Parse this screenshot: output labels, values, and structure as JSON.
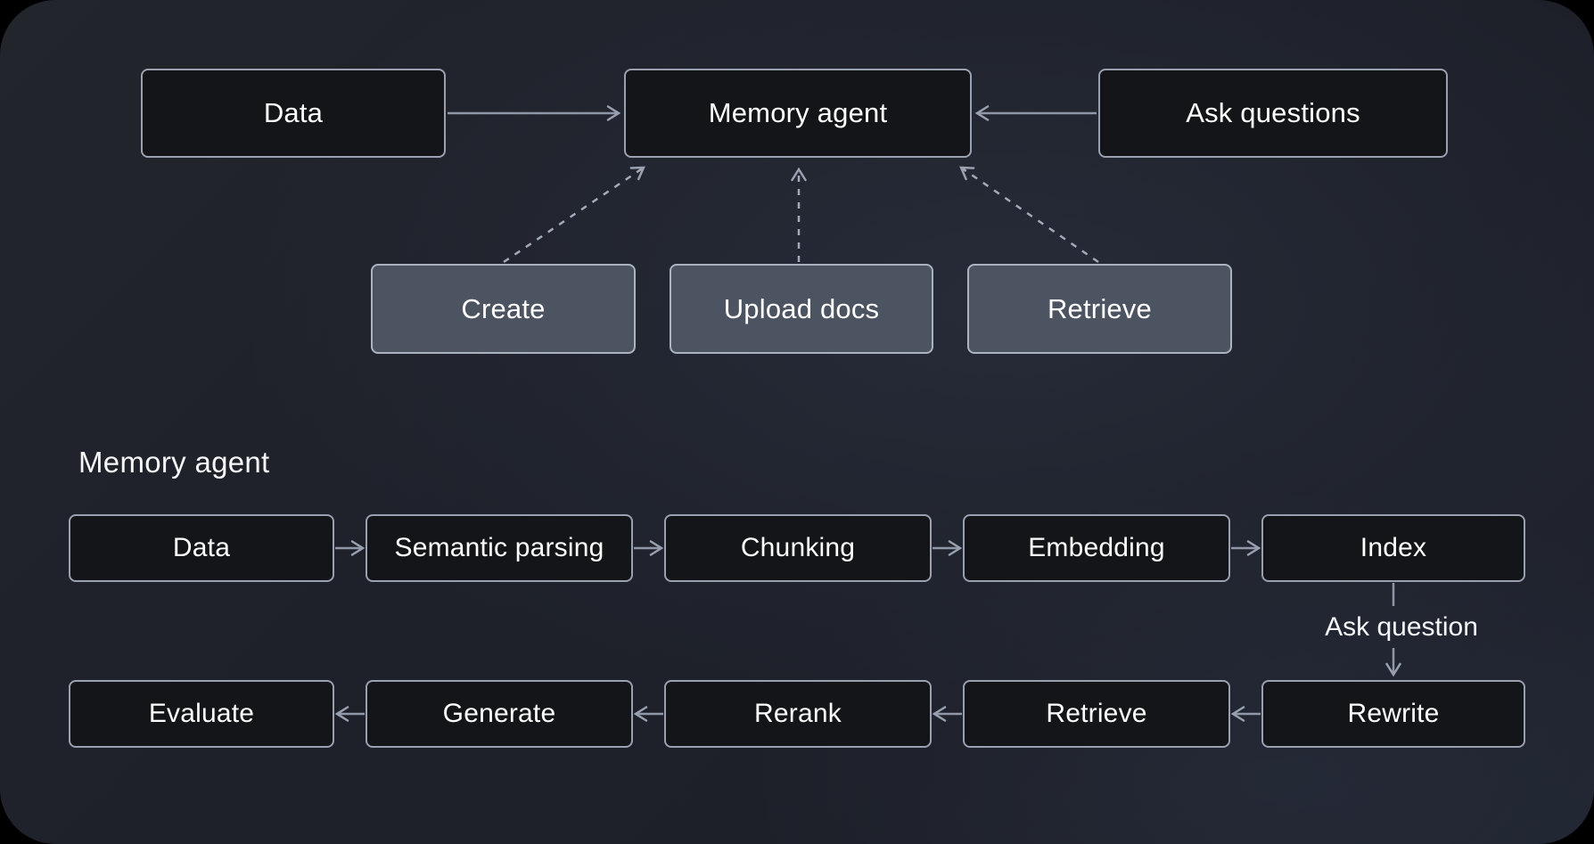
{
  "diagram": {
    "overview": {
      "nodes": {
        "data": "Data",
        "memory_agent": "Memory agent",
        "ask_questions": "Ask questions",
        "create": "Create",
        "upload_docs": "Upload docs",
        "retrieve": "Retrieve"
      }
    },
    "detail": {
      "heading": "Memory agent",
      "top_row": [
        "Data",
        "Semantic parsing",
        "Chunking",
        "Embedding",
        "Index"
      ],
      "connector_label": "Ask question",
      "bottom_row": [
        "Evaluate",
        "Generate",
        "Rerank",
        "Retrieve",
        "Rewrite"
      ]
    },
    "colors": {
      "background": "#20232c",
      "dark_node_fill": "#141519",
      "dark_node_border": "#99a1b1",
      "action_node_fill": "#4d5461",
      "action_node_border": "#abb3c1",
      "arrow": "#939cac",
      "dashed_arrow": "#a2aaba",
      "text": "#ffffff"
    }
  }
}
